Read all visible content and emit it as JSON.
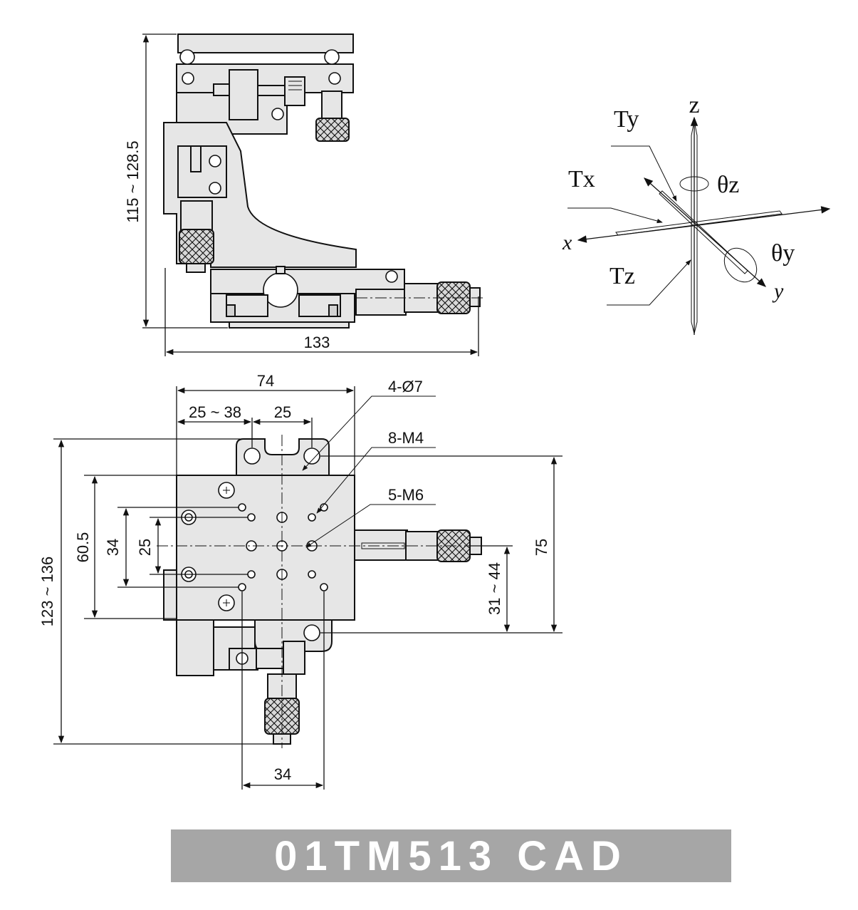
{
  "side_view": {
    "height_dim": "115 ~ 128.5",
    "width_dim": "133"
  },
  "top_view": {
    "width_dim": "74",
    "offset_dim": "25 ~ 38",
    "hole_pitch_dim": "25",
    "callout_holes_7": "4-Ø7",
    "callout_m4": "8-M4",
    "callout_m6": "5-M6",
    "height_dim_left": "123 ~ 136",
    "dim_60_5": "60.5",
    "dim_34_v": "34",
    "dim_25_v": "25",
    "dim_75": "75",
    "dim_31_44": "31 ~ 44",
    "bottom_dim_34": "34"
  },
  "axes": {
    "z": "z",
    "x": "x",
    "y": "y",
    "tx": "Tx",
    "ty": "Ty",
    "tz": "Tz",
    "theta_z": "θz",
    "theta_y": "θy"
  },
  "banner": {
    "title": "01TM513  CAD"
  }
}
